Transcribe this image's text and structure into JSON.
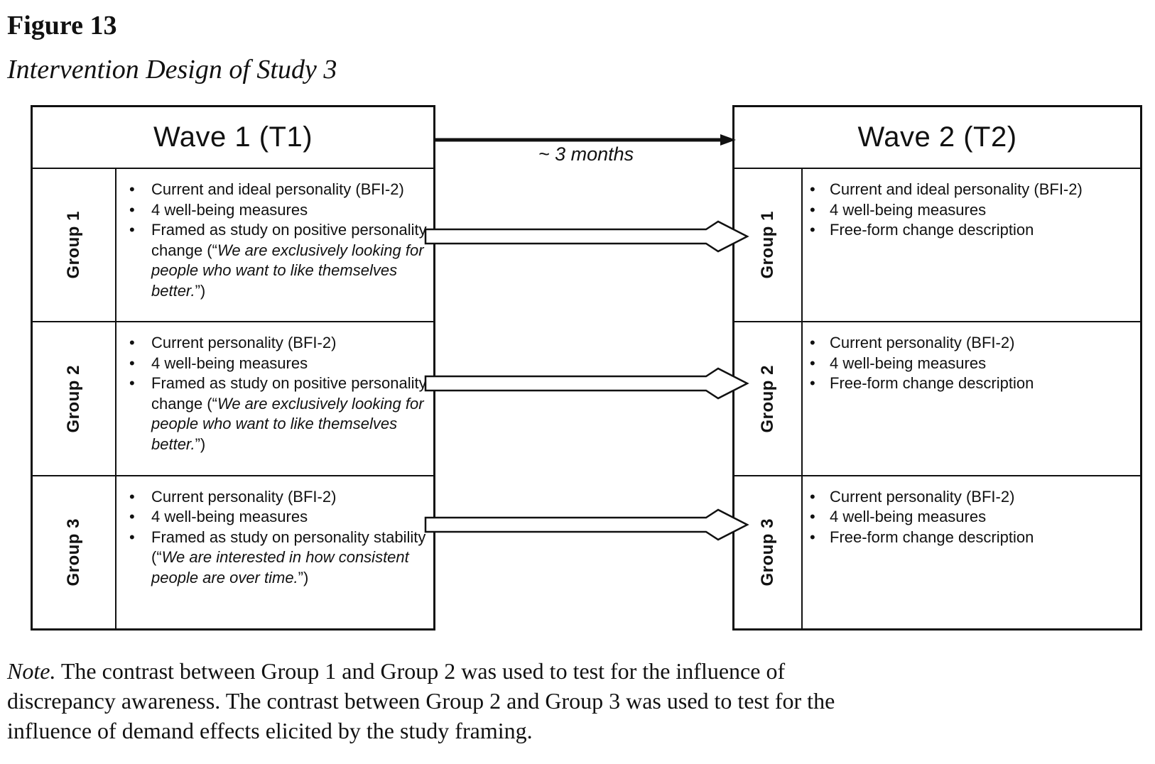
{
  "figure": {
    "label": "Figure 13",
    "title": "Intervention Design of Study 3"
  },
  "timeline": {
    "interval_label": "~ 3 months"
  },
  "ui": {
    "bullet": "•"
  },
  "wave1": {
    "header": "Wave 1 (T1)",
    "groups": [
      {
        "label": "Group 1",
        "bullets": [
          {
            "pre": "Current and ideal personality (BFI-2)"
          },
          {
            "pre": "4 well-being measures"
          },
          {
            "pre": "Framed as study on positive personality change (“",
            "italic": "We are exclusively looking for people who want to like themselves better.",
            "post": "”)"
          }
        ]
      },
      {
        "label": "Group 2",
        "bullets": [
          {
            "pre": "Current personality (BFI-2)"
          },
          {
            "pre": "4 well-being measures"
          },
          {
            "pre": "Framed as study on positive personality change (“",
            "italic": "We are exclusively looking for people who want to like themselves better.",
            "post": "”)"
          }
        ]
      },
      {
        "label": "Group 3",
        "bullets": [
          {
            "pre": "Current personality (BFI-2)"
          },
          {
            "pre": "4 well-being measures"
          },
          {
            "pre": "Framed as study on personality stability (“",
            "italic": "We are interested in how consistent people are over time.",
            "post": "”)"
          }
        ]
      }
    ]
  },
  "wave2": {
    "header": "Wave 2 (T2)",
    "groups": [
      {
        "label": "Group 1",
        "bullets": [
          {
            "pre": "Current and ideal personality (BFI-2)"
          },
          {
            "pre": "4 well-being measures"
          },
          {
            "pre": "Free-form change description"
          }
        ]
      },
      {
        "label": "Group 2",
        "bullets": [
          {
            "pre": "Current personality (BFI-2)"
          },
          {
            "pre": "4 well-being measures"
          },
          {
            "pre": "Free-form change description"
          }
        ]
      },
      {
        "label": "Group 3",
        "bullets": [
          {
            "pre": "Current personality (BFI-2)"
          },
          {
            "pre": "4 well-being measures"
          },
          {
            "pre": "Free-form change description"
          }
        ]
      }
    ]
  },
  "note": {
    "prefix": "Note.",
    "line1": " The contrast between Group 1 and Group 2 was used to test for the influence of",
    "line2": "discrepancy awareness. The contrast between Group 2 and Group 3 was used to test for the",
    "line3": "influence of demand effects elicited by the study framing."
  },
  "colors": {
    "ink": "#111111",
    "background": "#ffffff"
  }
}
